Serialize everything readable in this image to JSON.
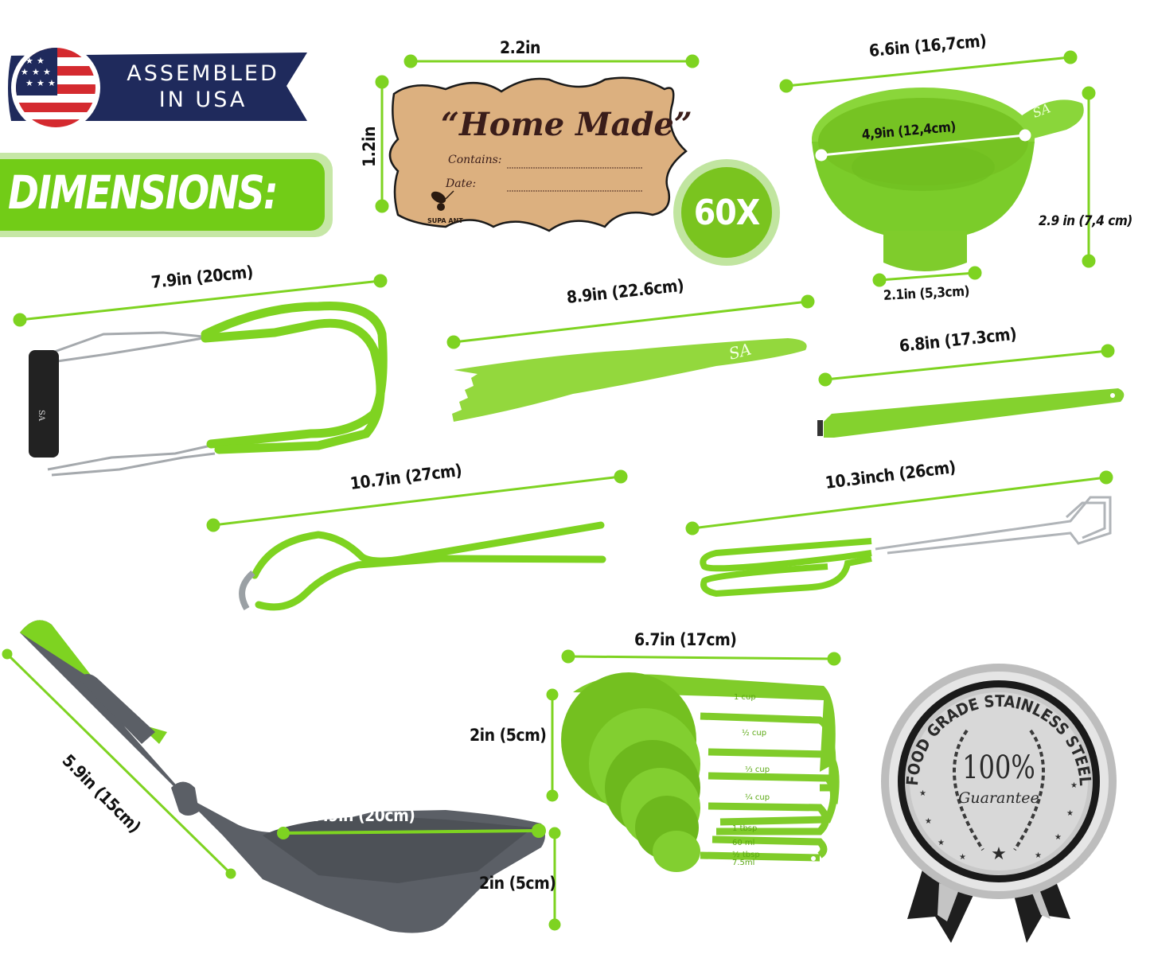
{
  "header": {
    "origin_badge": {
      "line1": "ASSEMBLED",
      "line2": "IN USA",
      "icon": "us-flag-icon"
    },
    "section_title": "DIMENSIONS:"
  },
  "colors": {
    "accent_green": "#72cc17",
    "measure_line": "#7ed321",
    "banner_navy": "#1f2a5c",
    "flag_red": "#d42a2f",
    "label_kraft": "#dcb07f",
    "scoop_gray": "#5b5f66",
    "seal_silver": "#c9c9c9"
  },
  "products": {
    "labels": {
      "title": "“Home Made”",
      "contains_label": "Contains:",
      "date_label": "Date:",
      "brand": "SUPA ANT",
      "width": "2.2in",
      "height": "1.2in",
      "quantity": "60X"
    },
    "funnel": {
      "overall_width": "6.6in (16,7cm)",
      "inner_diameter": "4,9in (12,4cm)",
      "height": "2.9 in (7,4 cm)",
      "spout_diameter": "2.1in (5,3cm)",
      "logo": "SA"
    },
    "jar_lifter": {
      "length": "7.9in (20cm)",
      "logo": "SA"
    },
    "bubble_remover": {
      "length": "8.9in (22.6cm)",
      "logo": "SA"
    },
    "magnetic_lid_lifter": {
      "length": "6.8in (17.3cm)"
    },
    "jar_wrench": {
      "length": "10.7in (27cm)"
    },
    "tongs": {
      "length": "10.3inch (26cm)"
    },
    "scoop": {
      "handle_length": "5.9in (15cm)",
      "bowl_width": "7.9in (20cm)",
      "bowl_depth": "2in (5cm)"
    },
    "measuring_cups": {
      "width": "6.7in (17cm)",
      "height": "2in (5cm)",
      "sizes": [
        "1 cup",
        "½ cup",
        "⅓ cup",
        "¼ cup",
        "1 tbsp",
        "60 ml",
        "½ tbsp 7.5ml"
      ]
    }
  },
  "seal": {
    "arc_text": "FOOD GRADE STAINLESS STEEL",
    "percent": "100%",
    "subtitle": "Guarantee"
  }
}
